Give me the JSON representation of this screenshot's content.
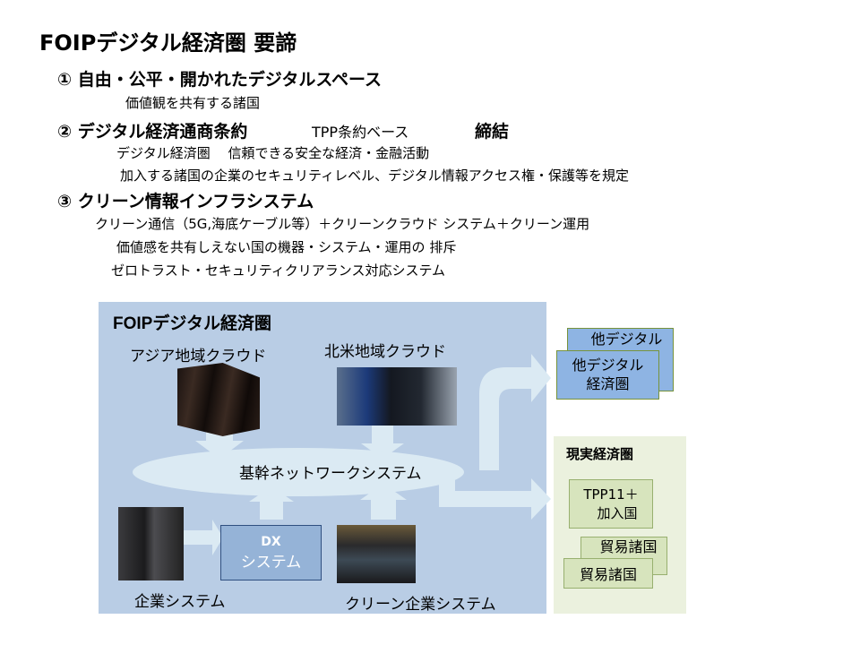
{
  "title": "FOIPデジタル経済圏 要諦",
  "items": [
    {
      "heading": "① 自由・公平・開かれたデジタルスペース",
      "lines": [
        "価値観を共有する諸国"
      ]
    },
    {
      "heading": "②  デジタル経済通商条約",
      "heading_sub": "TPP条約ベース",
      "heading_tail": "締結",
      "lines": [
        "デジタル経済圏　 信頼できる安全な経済・金融活動",
        "加入する諸国の企業のセキュリティレベル、デジタル情報アクセス権・保護等を規定"
      ]
    },
    {
      "heading": "③  クリーン情報インフラシステム",
      "lines": [
        "クリーン通信（5G,海底ケーブル等）＋クリーンクラウド  システム＋クリーン運用",
        "価値感を共有しえない国の機器・システム・運用の 排斥",
        "ゼロトラスト・セキュリティクリアランス対応システム"
      ]
    }
  ],
  "diagram": {
    "panel_title": "FOIPデジタル経済圏",
    "asia_cloud": "アジア地域クラウド",
    "na_cloud": "北米地域クラウド",
    "backbone": "基幹ネットワークシステム",
    "enterprise": "企業システム",
    "dx_line1": "DX",
    "dx_line2": "システム",
    "clean_enterprise": "クリーン企業システム",
    "other_econ_back": "他デジタル",
    "other_econ_1": "他デジタル",
    "other_econ_2": "経済圏",
    "real_econ": "現実経済圏",
    "tpp_1": "TPP11＋",
    "tpp_2": "加入国",
    "trade_back": "貿易諸国",
    "trade": "貿易諸国"
  },
  "colors": {
    "panel": "#b9cde5",
    "arrow": "#dbeaf3",
    "green": "#ebf1de",
    "greenbox": "#d7e4bd",
    "bluebox": "#8eb4e3"
  }
}
